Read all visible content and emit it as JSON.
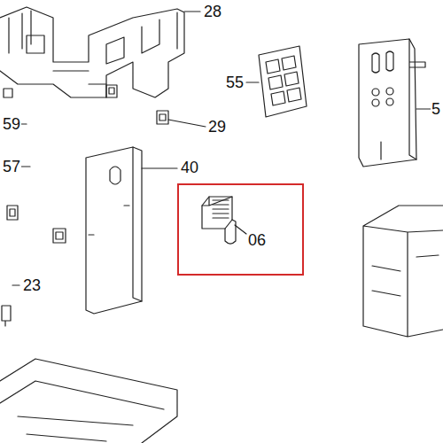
{
  "diagram": {
    "nodes": [
      {
        "text": [
          "06"
        ]
      }
    ],
    "labels": [
      "28",
      "55",
      "5",
      "59",
      "29",
      "57",
      "40",
      "23"
    ]
  }
}
